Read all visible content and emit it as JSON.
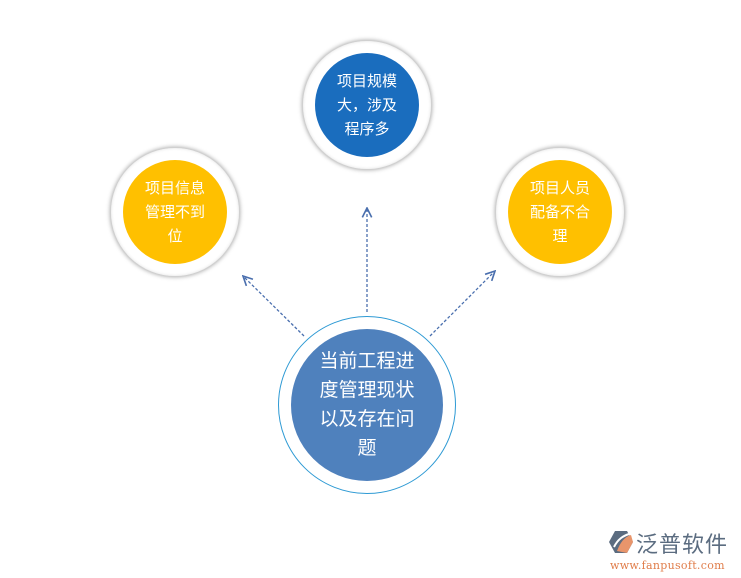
{
  "diagram": {
    "center": {
      "label": "当前工程进度管理现状以及存在问题",
      "color": "#4f81bd",
      "ring_color": "#2e9ad4"
    },
    "nodes": [
      {
        "id": "top",
        "label": "项目规模大，涉及程序多",
        "color": "#1a6dbe"
      },
      {
        "id": "left",
        "label": "项目信息管理不到位",
        "color": "#ffc000"
      },
      {
        "id": "right",
        "label": "项目人员配备不合理",
        "color": "#ffc000"
      }
    ],
    "arrow_color": "#4a6fae",
    "arrow_style": "dashed"
  },
  "logo": {
    "icon": "fanpu-logo-icon",
    "name": "泛普软件",
    "url": "www.fanpusoft.com"
  }
}
